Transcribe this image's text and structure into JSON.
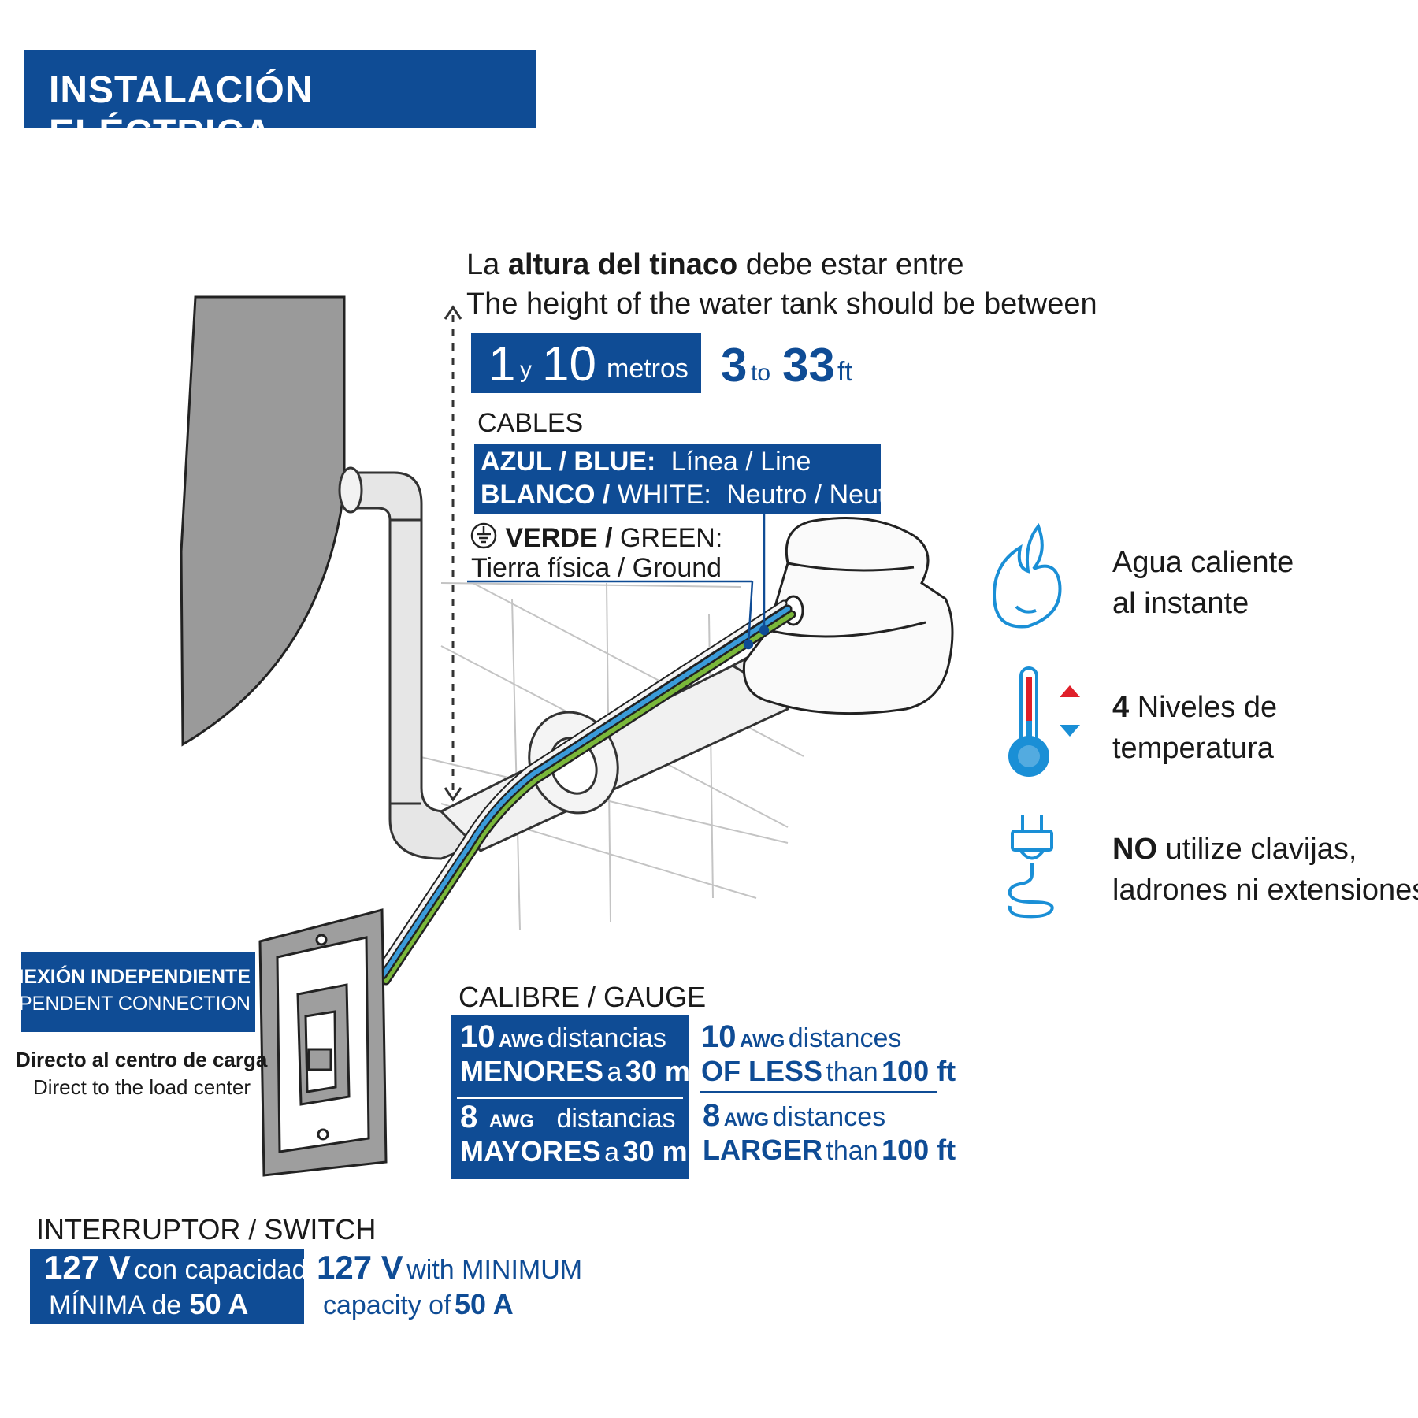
{
  "colors": {
    "brand_blue": "#0f4c95",
    "icon_blue": "#1a8fd6",
    "wire_blue": "#3a9bd9",
    "wire_green": "#7ab83a",
    "arrow_red": "#e0202a"
  },
  "header": {
    "title": "INSTALACIÓN ELÉCTRICA"
  },
  "tank_height": {
    "line1_a": "La ",
    "line1_b": "altura del tinaco",
    "line1_c": " debe estar entre",
    "line2": "The height of the water tank should be between",
    "metric": {
      "n1": "1",
      "y": "y",
      "n2": "10",
      "unit": "metros"
    },
    "imperial": {
      "n1": "3",
      "to": "to",
      "n2": "33",
      "unit": "ft"
    }
  },
  "cables": {
    "title": "CABLES",
    "blue_es": "AZUL /",
    "blue_en": "BLUE:",
    "blue_desc": "Línea / Line",
    "white_es": "BLANCO /",
    "white_en": "WHITE:",
    "white_desc": "Neutro / Neutral",
    "green_es": "VERDE /",
    "green_en": "GREEN:",
    "green_desc": "Tierra física / Ground",
    "ground_icon": "ground-symbol-icon"
  },
  "features": [
    {
      "icon": "flame-drop-icon",
      "line1": "Agua caliente",
      "line2": "al instante"
    },
    {
      "icon": "thermometer-icon",
      "bold": "4",
      "line1": " Niveles de",
      "line2": "temperatura"
    },
    {
      "icon": "plug-icon",
      "bold": "NO",
      "line1": " utilize clavijas,",
      "line2": "ladrones ni extensiones"
    }
  ],
  "connection": {
    "title_es": "CONEXIÓN INDEPENDIENTE",
    "title_en": "INDEPENDENT CONNECTION",
    "direct_es": "Directo al centro de carga",
    "direct_en": "Direct to the load center"
  },
  "gauge": {
    "title": "CALIBRE / GAUGE",
    "es": [
      {
        "num": "10",
        "awg": "AWG",
        "dist": "distancias",
        "bold": "MENORES",
        "a": "a",
        "val": "30 m"
      },
      {
        "num": "8",
        "awg": "AWG",
        "dist": "distancias",
        "bold": "MAYORES",
        "a": "a",
        "val": "30 m"
      }
    ],
    "en": [
      {
        "num": "10",
        "awg": "AWG",
        "dist": "distances",
        "bold": "OF LESS",
        "than": "than",
        "val": "100 ft"
      },
      {
        "num": "8",
        "awg": "AWG",
        "dist": "distances",
        "bold": "LARGER",
        "than": "than",
        "val": "100 ft"
      }
    ]
  },
  "switch": {
    "title": "INTERRUPTOR / SWITCH",
    "es_v": "127 V",
    "es_cap": "con capacidad",
    "es_min": "MÍNIMA de",
    "es_a": "50 A",
    "en_v": "127 V",
    "en_with": "with MINIMUM",
    "en_cap": "capacity of",
    "en_a": "50 A"
  }
}
